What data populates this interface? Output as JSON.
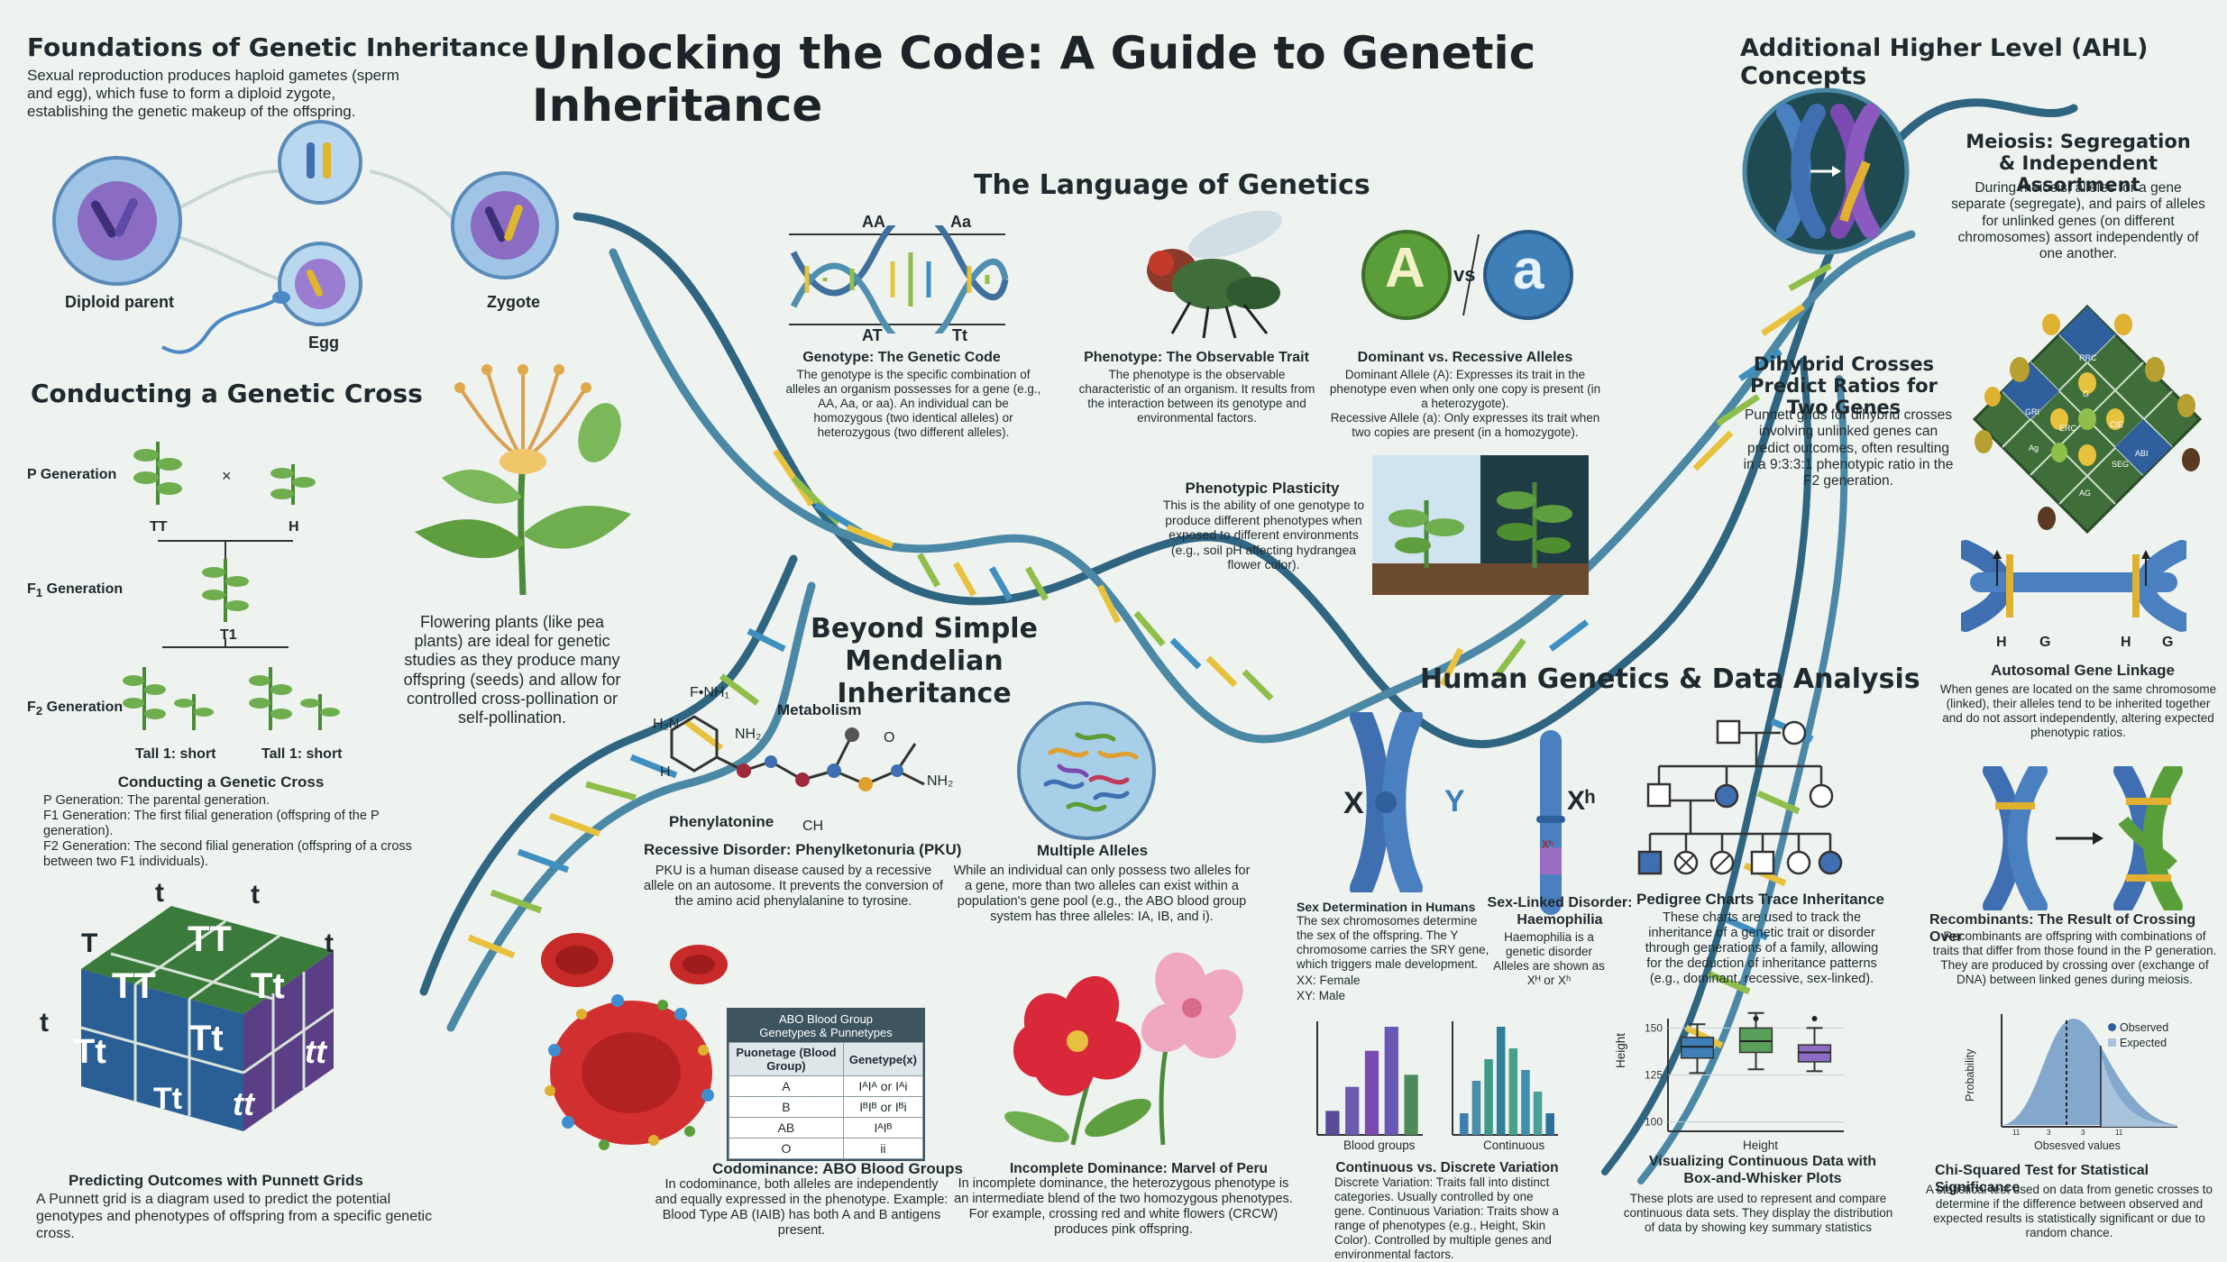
{
  "title": "Unlocking the Code: A Guide to Genetic Inheritance",
  "foundations": {
    "heading": "Foundations of Genetic Inheritance",
    "text": "Sexual reproduction produces haploid gametes (sperm and egg), which fuse to form a diploid zygote, establishing the genetic makeup of the offspring.",
    "diploid_label": "Diploid parent",
    "egg_label": "Egg",
    "zygote_label": "Zygote"
  },
  "cross": {
    "heading": "Conducting a Genetic Cross",
    "p_gen": "P Generation",
    "f1_gen": "F",
    "f1_sub": "1",
    "f1_suffix": " Generation",
    "f2_gen": "F",
    "f2_sub": "2",
    "f2_suffix": " Generation",
    "times": "×",
    "p_left": "TT",
    "p_right": "H",
    "f1_label": "T1",
    "tall_left": "Tall 1: short",
    "tall_right": "Tall 1: short",
    "caption_title": "Conducting a Genetic Cross",
    "caption_lines": [
      "P Generation: The parental generation.",
      "F1 Generation: The first filial generation (offspring of the P generation).",
      "F2 Generation: The second filial generation (offspring of a cross between two F1 individuals)."
    ]
  },
  "punnett": {
    "top_letters": [
      "t",
      "t"
    ],
    "left_letters": [
      "T",
      "t"
    ],
    "right_letter": "t",
    "cells": [
      "TT",
      "TT",
      "Tt",
      "TT",
      "Tt",
      "Tt",
      "tt",
      "Tt",
      "tt"
    ],
    "caption_title": "Predicting Outcomes with Punnett Grids",
    "caption_text": "A Punnett grid is a diagram used to predict the potential genotypes and phenotypes of offspring from a specific genetic cross."
  },
  "plants": {
    "text": "Flowering plants (like pea plants) are ideal for genetic studies as they produce many offspring (seeds) and allow for controlled cross-pollination or self-pollination."
  },
  "language": {
    "heading": "The Language of Genetics",
    "dna_top": [
      "AA",
      "Aa"
    ],
    "dna_bottom": [
      "AT",
      "Tt"
    ],
    "genotype_title": "Genotype: The Genetic Code",
    "genotype_text": "The genotype is the specific combination of alleles an organism possesses for a gene (e.g., AA, Aa, or aa). An individual can be homozygous (two identical alleles) or heterozygous (two different alleles).",
    "phenotype_title": "Phenotype: The Observable Trait",
    "phenotype_text": "The phenotype is the observable characteristic of an organism. It results from the interaction between its genotype and environmental factors.",
    "allele_A": "A",
    "allele_vs": "vs",
    "allele_a": "a",
    "dominant_title": "Dominant vs. Recessive Alleles",
    "dominant_text": "Dominant Allele (A): Expresses its trait in the phenotype even when only one copy is present (in a heterozygote).",
    "recessive_text": "Recessive Allele (a): Only expresses its trait when two copies are present (in a homozygote).",
    "plasticity_title": "Phenotypic Plasticity",
    "plasticity_text": "This is the ability of one genotype to produce different phenotypes when exposed to different environments (e.g., soil pH affecting hydrangea flower color)."
  },
  "beyond": {
    "heading_1": "Beyond Simple",
    "heading_2": "Mendelian Inheritance",
    "metabolism": "Metabolism",
    "molecule_labels": [
      "F",
      "NH",
      "H",
      "N",
      "NH",
      "H",
      "NH",
      "O",
      "CH"
    ],
    "phenylatonine": "Phenylatonine",
    "pku_title": "Recessive Disorder: Phenylketonuria (PKU)",
    "pku_text": "PKU is a human disease caused by a recessive allele on an autosome. It prevents the conversion of the amino acid phenylalanine to tyrosine.",
    "multiple_title": "Multiple Alleles",
    "multiple_text": "While an individual can only possess two alleles for a gene, more than two alleles can exist within a population's gene pool (e.g., the ABO blood group system has three alleles: IA, IB, and i).",
    "abo_table": {
      "header_1": "ABO Blood Group",
      "header_2": "Genetypes & Punnetypes",
      "col_1": "Puonetage (Blood Group)",
      "col_2": "Genetype(x)",
      "rows": [
        [
          "A",
          "IᴬIᴬ or Iᴬi"
        ],
        [
          "B",
          "IᴮIᴮ or Iᴮi"
        ],
        [
          "AB",
          "IᴬIᴮ"
        ],
        [
          "O",
          "ii"
        ]
      ]
    },
    "codominance_title": "Codominance: ABO Blood Groups",
    "codominance_text": "In codominance, both alleles are independently and equally expressed in the phenotype. Example: Blood Type AB (IAIB) has both A and B antigens present.",
    "incomplete_title": "Incomplete Dominance: Marvel of Peru",
    "incomplete_text": "In incomplete dominance, the heterozygous phenotype is an intermediate blend of the two homozygous phenotypes. For example, crossing red and white flowers (CRCW) produces pink offspring."
  },
  "human": {
    "heading": "Human Genetics & Data Analysis",
    "x_label": "X",
    "y_label": "Y",
    "xh_label": "Xʰ",
    "xh_band": "Xʰ",
    "sex_title": "Sex Determination in Humans",
    "sex_text": "The sex chromosomes determine the sex of the offspring. The Y chromosome carries the SRY gene, which triggers male development.",
    "sex_xx": "XX: Female",
    "sex_xy": "XY: Male",
    "haemo_title": "Sex-Linked Disorder: Haemophilia",
    "haemo_text": "Haemophilia is a genetic disorder Alleles are shown as Xᴴ or Xʰ",
    "pedigree_title": "Pedigree Charts Trace Inheritance",
    "pedigree_text": "These charts are used to track the inheritance of a genetic trait or disorder through generations of a family, allowing for the deduction of inheritance patterns (e.g., dominant, recessive, sex-linked).",
    "cont_title": "Continuous vs. Discrete Variation",
    "cont_text": "Discrete Variation: Traits fall into distinct categories. Usually controlled by one gene. Continuous Variation: Traits show a range of phenotypes (e.g., Height, Skin Color). Controlled by multiple genes and environmental factors.",
    "box_title": "Visualizing Continuous Data with Box-and-Whisker Plots",
    "box_text": "These plots are used to represent and compare continuous data sets. They display the distribution of data by showing key summary statistics"
  },
  "ahl": {
    "heading": "Additional Higher Level (AHL) Concepts",
    "meiosis_title": "Meiosis: Segregation & Independent Assortment",
    "meiosis_text": "During meiosis, alleles for a gene separate (segregate), and pairs of alleles for unlinked genes (on different chromosomes) assort independently of one another.",
    "dihybrid_title": "Dihybrid Crosses Predict Ratios for Two Genes",
    "dihybrid_text": "Punnett grids for dihybrid crosses involving unlinked genes can predict outcomes, often resulting in a 9:3:3:1 phenotypic ratio in the F2 generation.",
    "dihybrid_cells": [
      "RRC",
      "GRI",
      "G",
      "CIE",
      "ERC",
      "ABI",
      "Ag",
      "SEG",
      "AG"
    ],
    "linkage_letters": [
      "H",
      "G",
      "H",
      "G"
    ],
    "linkage_title": "Autosomal Gene Linkage",
    "linkage_text": "When genes are located on the same chromosome (linked), their alleles tend to be inherited together and do not assort independently, altering expected phenotypic ratios.",
    "recomb_title": "Recombinants: The Result of Crossing Over",
    "recomb_text": "Recombinants are offspring with combinations of traits that differ from those found in the P generation. They are produced by crossing over (exchange of DNA) between linked genes during meiosis.",
    "chi_legend": [
      "Observed",
      "Expected"
    ],
    "chi_ylabel": "Probability",
    "chi_xlabel": "Obsesved values",
    "chi_ticks": [
      "11",
      "3",
      "3",
      "11"
    ],
    "chi_title": "Chi-Squared Test for Statistical Significance",
    "chi_text": "A statistical test used on data from genetic crosses to determine if the difference between observed and expected results is statistically significant or due to random chance."
  },
  "chart_data": [
    {
      "type": "bar",
      "xlabel": "Blood groups",
      "values": [
        2,
        4,
        7,
        9,
        5
      ]
    },
    {
      "type": "bar",
      "xlabel": "Continuous",
      "values": [
        2,
        5,
        7,
        10,
        8,
        6,
        4,
        2
      ]
    },
    {
      "type": "box",
      "ylabel": "Height",
      "xlabel": "Height",
      "yticks": [
        150,
        125,
        100,
        150,
        100
      ],
      "ylim": [
        95,
        155
      ],
      "boxes": [
        {
          "min": 126,
          "q1": 134,
          "median": 140,
          "q3": 145,
          "max": 152
        },
        {
          "min": 128,
          "q1": 137,
          "median": 143,
          "q3": 150,
          "max": 158,
          "outlier": 164
        },
        {
          "min": 127,
          "q1": 132,
          "median": 137,
          "q3": 141,
          "max": 150,
          "outlier": 158
        }
      ]
    }
  ],
  "colors": {
    "dna_blue": "#3f6f9c",
    "dna_green": "#8fbf4a",
    "dna_yellow": "#e8c23c",
    "punnett_blue": "#2d5f93",
    "punnett_green": "#4f8a3a",
    "punnett_purple": "#5a3f86"
  }
}
